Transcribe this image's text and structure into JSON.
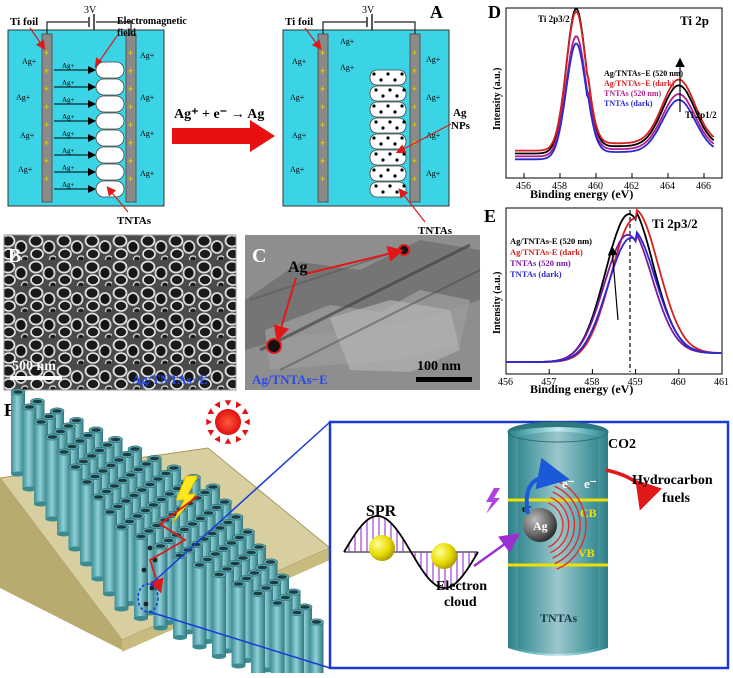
{
  "panelA": {
    "label": "A",
    "left": {
      "voltage": "3V",
      "ti_foil": "Ti foil",
      "em_field_line1": "Electromagnetic",
      "em_field_line2": "field",
      "tntas": "TNTAs",
      "ion": "Ag+"
    },
    "reaction": "Ag⁺ + e⁻ → Ag",
    "right": {
      "voltage": "3V",
      "ti_foil": "Ti foil",
      "ag_nps_line1": "Ag",
      "ag_nps_line2": "NPs",
      "tntas": "TNTAs",
      "ion": "Ag+"
    }
  },
  "panelB": {
    "label": "B",
    "scale": "500 nm",
    "sample": "Ag/TNTAs−E"
  },
  "panelC": {
    "label": "C",
    "ag": "Ag",
    "scale": "100 nm",
    "sample": "Ag/TNTAs−E"
  },
  "panelD": {
    "label": "D",
    "title": "Ti 2p",
    "peak1": "Ti 2p3/2",
    "peak2": "Ti 2p1/2",
    "legend": [
      {
        "text": "Ag/TNTAs−E (520 nm)",
        "color": "#000000"
      },
      {
        "text": "Ag/TNTAs−E (dark)",
        "color": "#d42020"
      },
      {
        "text": "TNTAs (520 nm)",
        "color": "#b0208a"
      },
      {
        "text": "TNTAs (dark)",
        "color": "#2a2ad0"
      }
    ],
    "xlabel": "Binding energy (eV)",
    "ylabel": "Intensity (a.u.)",
    "xticks": [
      "456",
      "458",
      "460",
      "462",
      "464",
      "466"
    ]
  },
  "panelE": {
    "label": "E",
    "title": "Ti 2p3/2",
    "legend": [
      {
        "text": "Ag/TNTAs-E (520 nm)",
        "color": "#000000"
      },
      {
        "text": "Ag/TNTAs-E (dark)",
        "color": "#d42020"
      },
      {
        "text": "TNTAs (520 nm)",
        "color": "#7a1aa0"
      },
      {
        "text": "TNTAs (dark)",
        "color": "#2a2ad0"
      }
    ],
    "xlabel": "Binding energy (eV)",
    "ylabel": "Intensity (a.u.)",
    "xticks": [
      "456",
      "457",
      "458",
      "459",
      "460",
      "461"
    ]
  },
  "panelF": {
    "label": "F",
    "spr": "SPR",
    "electron_cloud_line1": "Electron",
    "electron_cloud_line2": "cloud",
    "co2": "CO2",
    "fuels_line1": "Hydrocarbon",
    "fuels_line2": "fuels",
    "cb": "CB",
    "vb": "VB",
    "tntas": "TNTAs",
    "ag": "Ag",
    "electron": "e⁻"
  }
}
